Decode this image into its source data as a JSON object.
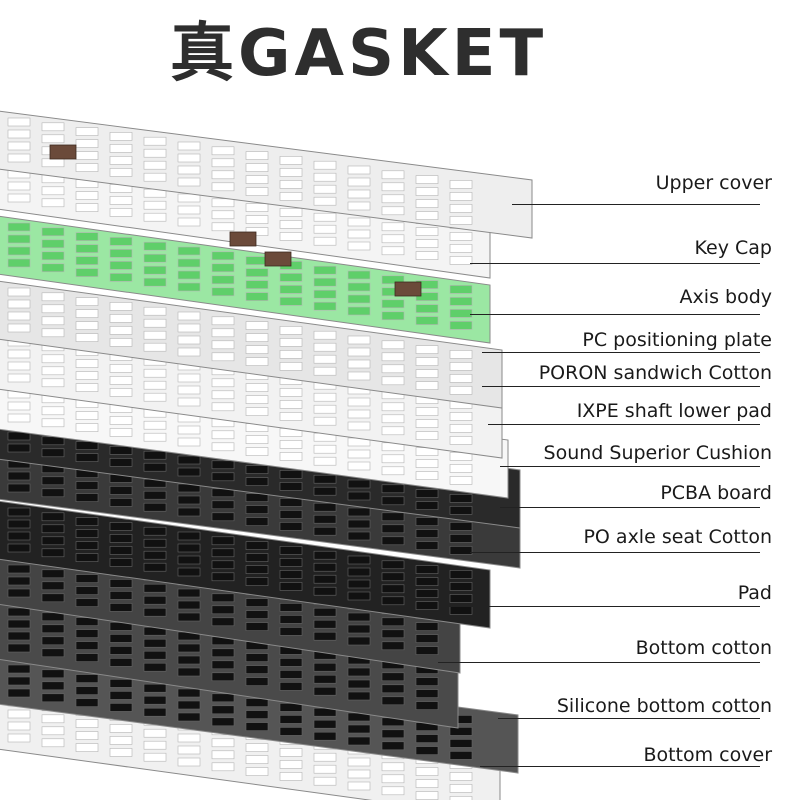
{
  "title": "真GASKET",
  "layers": [
    {
      "label": "Upper cover",
      "tone": "#eeeeee"
    },
    {
      "label": "Key Cap",
      "tone": "#f4f4f4"
    },
    {
      "label": "Axis body",
      "tone": "#9be7a3"
    },
    {
      "label": "PC positioning plate",
      "tone": "#e6e6e6"
    },
    {
      "label": "PORON sandwich Cotton",
      "tone": "#f2f2f2"
    },
    {
      "label": "IXPE shaft lower pad",
      "tone": "#f7f7f7"
    },
    {
      "label": "Sound Superior Cushion",
      "tone": "#2a2a2a"
    },
    {
      "label": "PCBA board",
      "tone": "#3a3a3a"
    },
    {
      "label": "PO axle seat Cotton",
      "tone": "#222222"
    },
    {
      "label": "Pad",
      "tone": "#444444"
    },
    {
      "label": "Bottom cotton",
      "tone": "#4a4a4a"
    },
    {
      "label": "Silicone bottom cotton",
      "tone": "#555555"
    },
    {
      "label": "Bottom cover",
      "tone": "#f0f0f0"
    }
  ],
  "colors": {
    "accent_brown": "#6b4a3a",
    "switch_green": "#5fcf6a",
    "line": "#222222"
  }
}
